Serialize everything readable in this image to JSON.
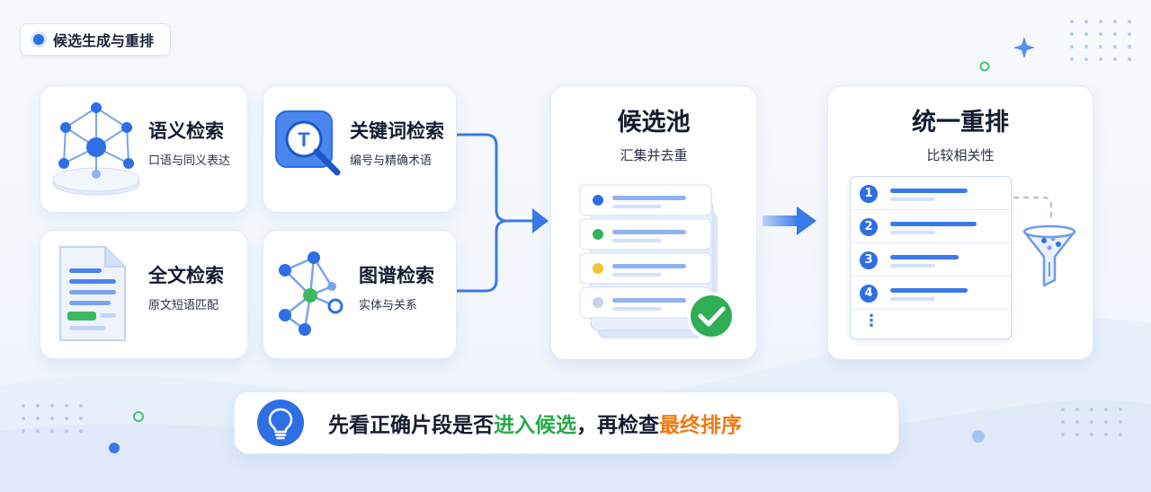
{
  "header": {
    "badge_label": "候选生成与重排"
  },
  "retrievers": [
    {
      "title": "语义检索",
      "subtitle": "口语与同义表达",
      "icon": "semantic-network-icon"
    },
    {
      "title": "关键词检索",
      "subtitle": "编号与精确术语",
      "icon": "keyword-search-icon"
    },
    {
      "title": "全文检索",
      "subtitle": "原文短语匹配",
      "icon": "document-icon"
    },
    {
      "title": "图谱检索",
      "subtitle": "实体与关系",
      "icon": "graph-icon"
    }
  ],
  "candidate_pool": {
    "title": "候选池",
    "subtitle": "汇集并去重",
    "item_dots": [
      "#2f6fe6",
      "#36b25a",
      "#f4c430",
      "#c9d2e4"
    ]
  },
  "rerank": {
    "title": "统一重排",
    "subtitle": "比较相关性",
    "ranks": [
      "1",
      "2",
      "3",
      "4"
    ],
    "more": "⋮"
  },
  "tip": {
    "part1": "先看正确片段是否",
    "highlight1": "进入候选",
    "part2": "，再检查",
    "highlight2": "最终排序"
  },
  "colors": {
    "accent": "#2f6fe6",
    "green": "#2aa84a",
    "orange": "#f07a12"
  }
}
